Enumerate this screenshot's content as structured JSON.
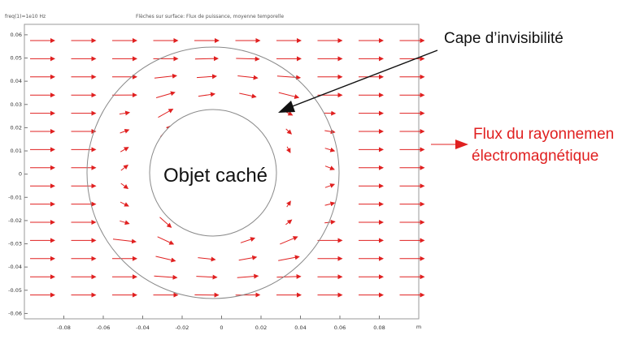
{
  "plot": {
    "header_left": "freq(1)=1e10 Hz",
    "header_title": "Flèches sur surface: Flux de puissance, moyenne temporelle",
    "x_ticks": [
      "-0.08",
      "-0.06",
      "-0.04",
      "-0.02",
      "0",
      "0.02",
      "0.04",
      "0.06",
      "0.08"
    ],
    "y_ticks": [
      "0.06",
      "0.05",
      "0.04",
      "0.03",
      "0.02",
      "0.01",
      "0",
      "-0.01",
      "-0.02",
      "-0.03",
      "-0.04",
      "-0.05",
      "-0.06"
    ],
    "x_unit": "m",
    "x_range": [
      -0.1,
      0.1
    ],
    "y_range": [
      -0.0623,
      0.0645
    ],
    "inner_radius": 0.03,
    "outer_radius": 0.06,
    "arrow_color": "#e02020",
    "circle_color": "#8a8a8a"
  },
  "labels": {
    "hidden_object": "Objet caché",
    "cloak": "Cape d’invisibilité",
    "flux_line1": "Flux du rayonnemen",
    "flux_line2": "électromagnétique",
    "flux_color": "#e02020"
  }
}
